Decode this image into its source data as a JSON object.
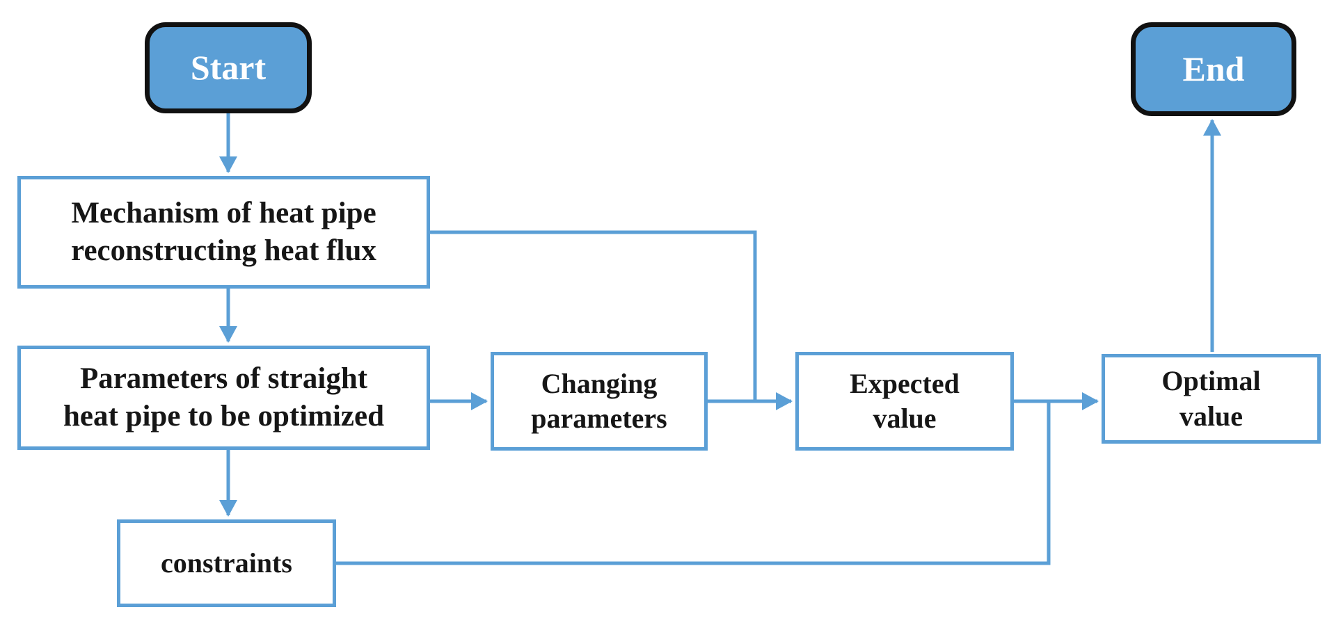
{
  "colors": {
    "accent_blue": "#5B9FD6",
    "terminal_fill": "#5B9FD6",
    "terminal_border": "#111111",
    "process_border": "#5B9FD6",
    "process_fill": "#FFFFFF",
    "text_dark": "#161616",
    "text_light": "#FFFFFF",
    "background": "#FFFFFF"
  },
  "diagram": {
    "type": "flowchart",
    "nodes": {
      "start": {
        "label": "Start",
        "shape": "terminal"
      },
      "mechanism": {
        "label": "Mechanism of heat pipe\nreconstructing heat flux",
        "shape": "process"
      },
      "parameters": {
        "label": "Parameters of straight\nheat pipe to be optimized",
        "shape": "process"
      },
      "changing": {
        "label": "Changing\nparameters",
        "shape": "process"
      },
      "expected": {
        "label": "Expected\nvalue",
        "shape": "process"
      },
      "optimal": {
        "label": "Optimal\nvalue",
        "shape": "process"
      },
      "constraints": {
        "label": "constraints",
        "shape": "process"
      },
      "end": {
        "label": "End",
        "shape": "terminal"
      }
    },
    "edges": [
      {
        "from": "start",
        "to": "mechanism",
        "style": "arrow"
      },
      {
        "from": "mechanism",
        "to": "parameters",
        "style": "arrow"
      },
      {
        "from": "parameters",
        "to": "changing",
        "style": "arrow"
      },
      {
        "from": "parameters",
        "to": "constraints",
        "style": "arrow"
      },
      {
        "from": "changing",
        "to": "expected",
        "style": "arrow"
      },
      {
        "from": "mechanism",
        "to": "expected",
        "style": "join-line"
      },
      {
        "from": "expected",
        "to": "optimal",
        "style": "arrow"
      },
      {
        "from": "constraints",
        "to": "optimal",
        "style": "join-line"
      },
      {
        "from": "optimal",
        "to": "end",
        "style": "arrow"
      }
    ]
  }
}
